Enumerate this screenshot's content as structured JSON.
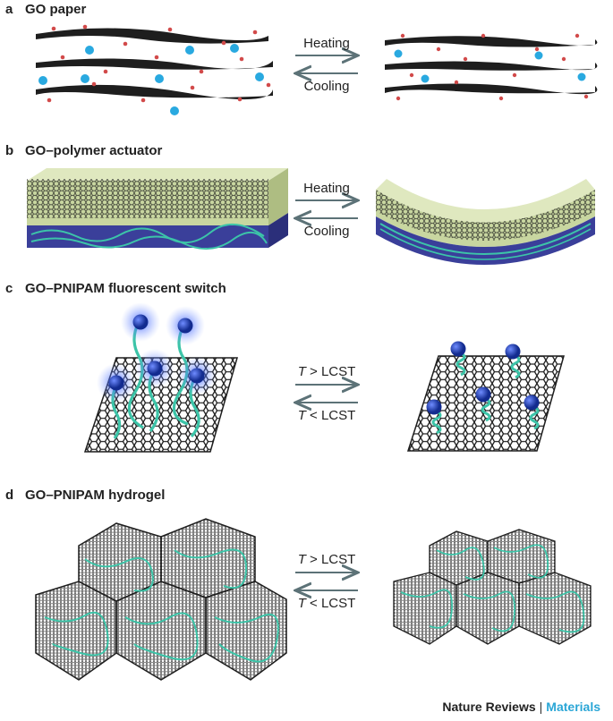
{
  "panels": {
    "a": {
      "letter": "a",
      "title": "GO paper",
      "forward": "Heating",
      "backward": "Cooling"
    },
    "b": {
      "letter": "b",
      "title": "GO–polymer actuator",
      "forward": "Heating",
      "backward": "Cooling"
    },
    "c": {
      "letter": "c",
      "title": "GO–PNIPAM fluorescent switch",
      "forward_var": "T",
      "forward_rest": " > LCST",
      "backward_var": "T",
      "backward_rest": " < LCST"
    },
    "d": {
      "letter": "d",
      "title": "GO–PNIPAM hydrogel",
      "forward_var": "T",
      "forward_rest": " > LCST",
      "backward_var": "T",
      "backward_rest": " < LCST"
    }
  },
  "footer": {
    "journal": "Nature Reviews",
    "separator": "|",
    "section": "Materials"
  },
  "colors": {
    "graphene": "#1e1e1e",
    "oxygen": "#d24a4a",
    "water": "#29a9e0",
    "polymer_top": "#c8d6a0",
    "polymer_bottom": "#3a3f9a",
    "chain": "#3cc4a8",
    "fluorophore": "#1f3fb8",
    "arrow": "#5c7277",
    "accent": "#2aa6d6"
  }
}
